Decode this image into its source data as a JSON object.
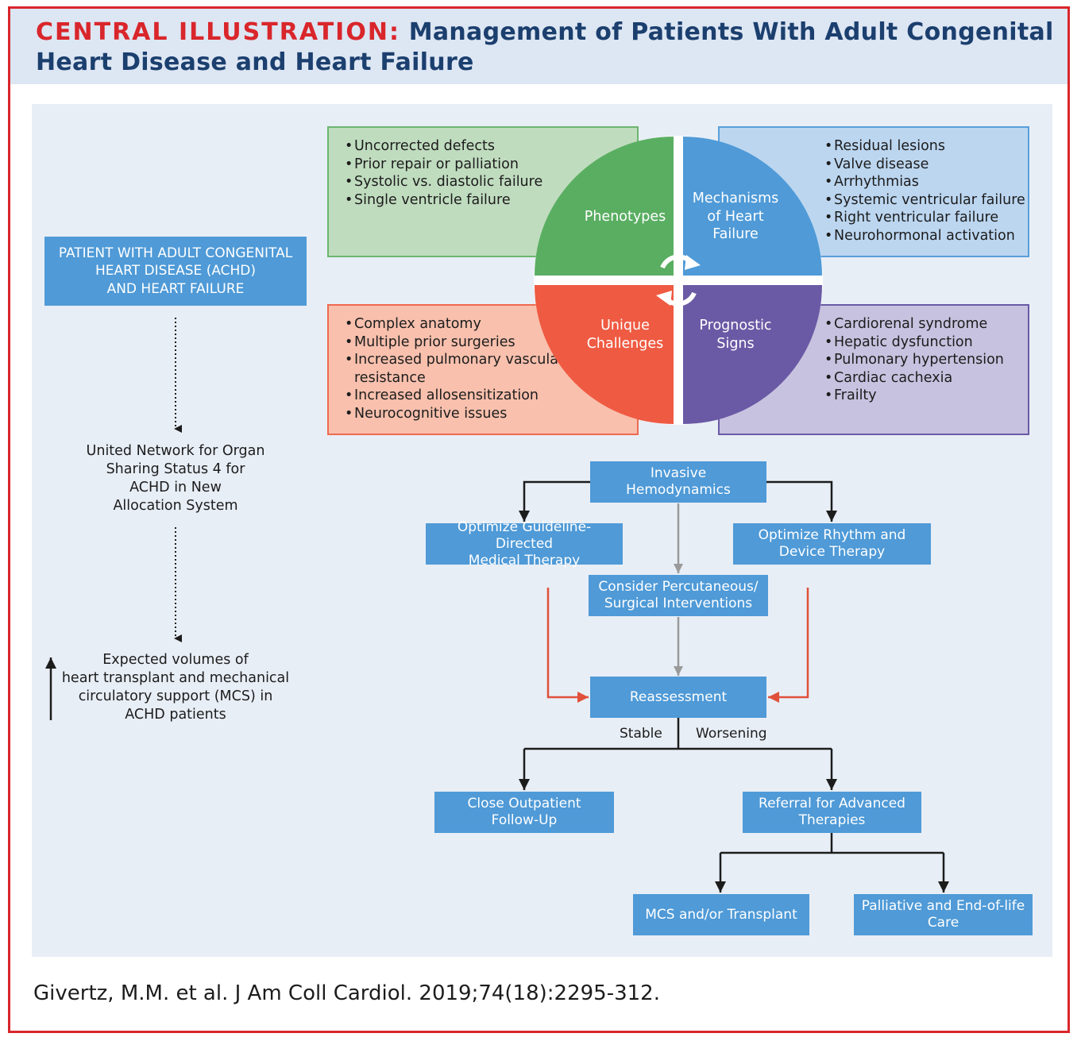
{
  "header": {
    "label": "CENTRAL ILLUSTRATION:",
    "title": "Management of Patients With Adult Congenital Heart Disease and Heart Failure"
  },
  "left_column": {
    "patient_box": [
      "PATIENT WITH ADULT CONGENITAL",
      "HEART DISEASE (ACHD)",
      "AND HEART FAILURE"
    ],
    "unos_text": [
      "United Network for Organ",
      "Sharing Status 4 for",
      "ACHD in New",
      "Allocation System"
    ],
    "volumes_text": [
      "Expected volumes of",
      "heart transplant and mechanical",
      "circulatory support (MCS) in",
      "ACHD patients"
    ]
  },
  "quadrants": {
    "phenotypes": {
      "label": [
        "Phenotypes"
      ],
      "items": [
        "Uncorrected defects",
        "Prior repair or palliation",
        "Systolic vs. diastolic failure",
        "Single ventricle failure"
      ]
    },
    "mechanisms": {
      "label": [
        "Mechanisms",
        "of Heart",
        "Failure"
      ],
      "items": [
        "Residual lesions",
        "Valve disease",
        "Arrhythmias",
        "Systemic ventricular failure",
        "Right ventricular failure",
        "Neurohormonal activation"
      ]
    },
    "challenges": {
      "label": [
        "Unique",
        "Challenges"
      ],
      "items": [
        "Complex anatomy",
        "Multiple prior surgeries",
        "Increased pulmonary vascular resistance",
        "Increased allosensitization",
        "Neurocognitive issues"
      ]
    },
    "prognostic": {
      "label": [
        "Prognostic",
        "Signs"
      ],
      "items": [
        "Cardiorenal syndrome",
        "Hepatic dysfunction",
        "Pulmonary hypertension",
        "Cardiac cachexia",
        "Frailty"
      ]
    }
  },
  "flowchart": {
    "invasive": [
      "Invasive Hemodynamics"
    ],
    "gdmt": [
      "Optimize Guideline-Directed",
      "Medical Therapy"
    ],
    "rhythm": [
      "Optimize Rhythm and",
      "Device Therapy"
    ],
    "percutaneous": [
      "Consider Percutaneous/",
      "Surgical Interventions"
    ],
    "reassessment": [
      "Reassessment"
    ],
    "stable": "Stable",
    "worsening": "Worsening",
    "followup": [
      "Close Outpatient",
      "Follow-Up"
    ],
    "referral": [
      "Referral for Advanced",
      "Therapies"
    ],
    "mcs": [
      "MCS and/or Transplant"
    ],
    "palliative": [
      "Palliative and End-of-life",
      "Care"
    ]
  },
  "colors": {
    "phenotypes": "#5aae62",
    "mechanisms": "#4f9ad7",
    "challenges": "#ef5a42",
    "prognostic": "#6a5aa5",
    "accent_red": "#d9262b",
    "title_navy": "#1b3f6e"
  },
  "citation": "Givertz, M.M. et al. J Am Coll Cardiol. 2019;74(18):2295-312."
}
